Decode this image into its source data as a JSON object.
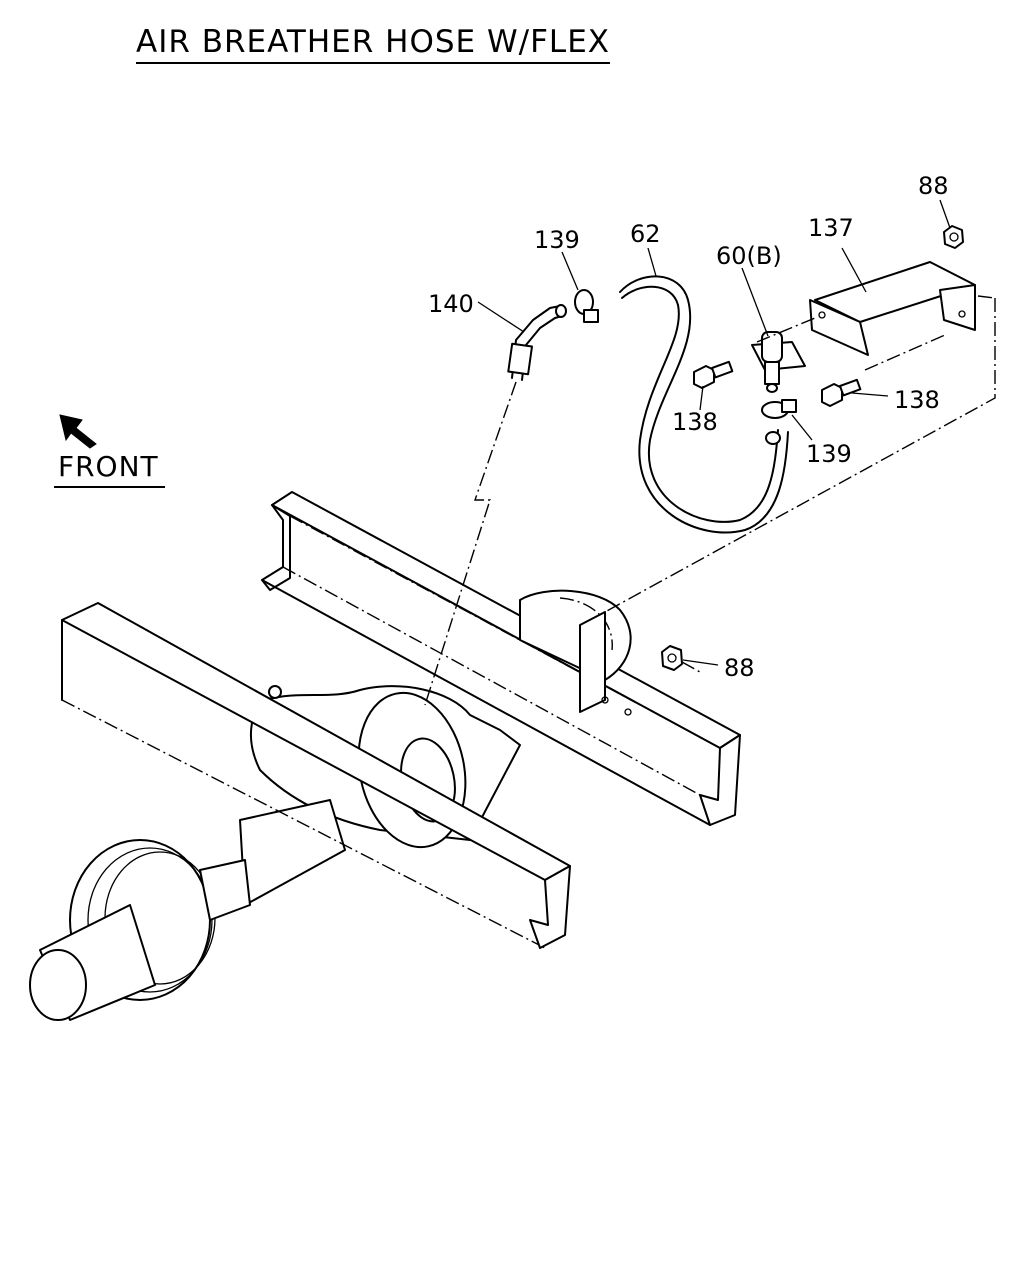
{
  "title": "AIR BREATHER HOSE W/FLEX",
  "orientation": {
    "label": "FRONT",
    "icon": "arrow-up-left-icon"
  },
  "callouts": {
    "nut_top": "88",
    "bracket": "137",
    "connector": "60(B)",
    "hose": "62",
    "clamp_top": "139",
    "breather_pipe": "140",
    "bolt_left": "138",
    "bolt_right": "138",
    "clamp_bottom": "139",
    "nut_bottom": "88"
  }
}
